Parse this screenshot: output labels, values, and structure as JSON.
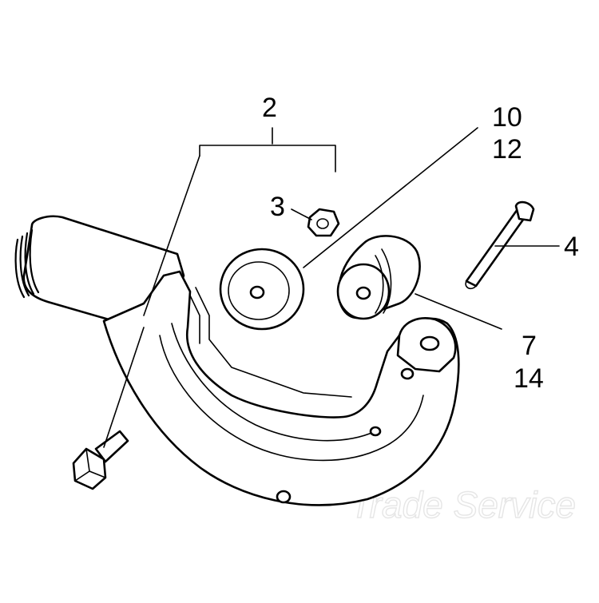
{
  "diagram": {
    "callouts": {
      "c2": "2",
      "c3": "3",
      "c4": "4",
      "c7": "7",
      "c10": "10",
      "c12": "12",
      "c14": "14"
    },
    "watermark": "Trade Service"
  }
}
